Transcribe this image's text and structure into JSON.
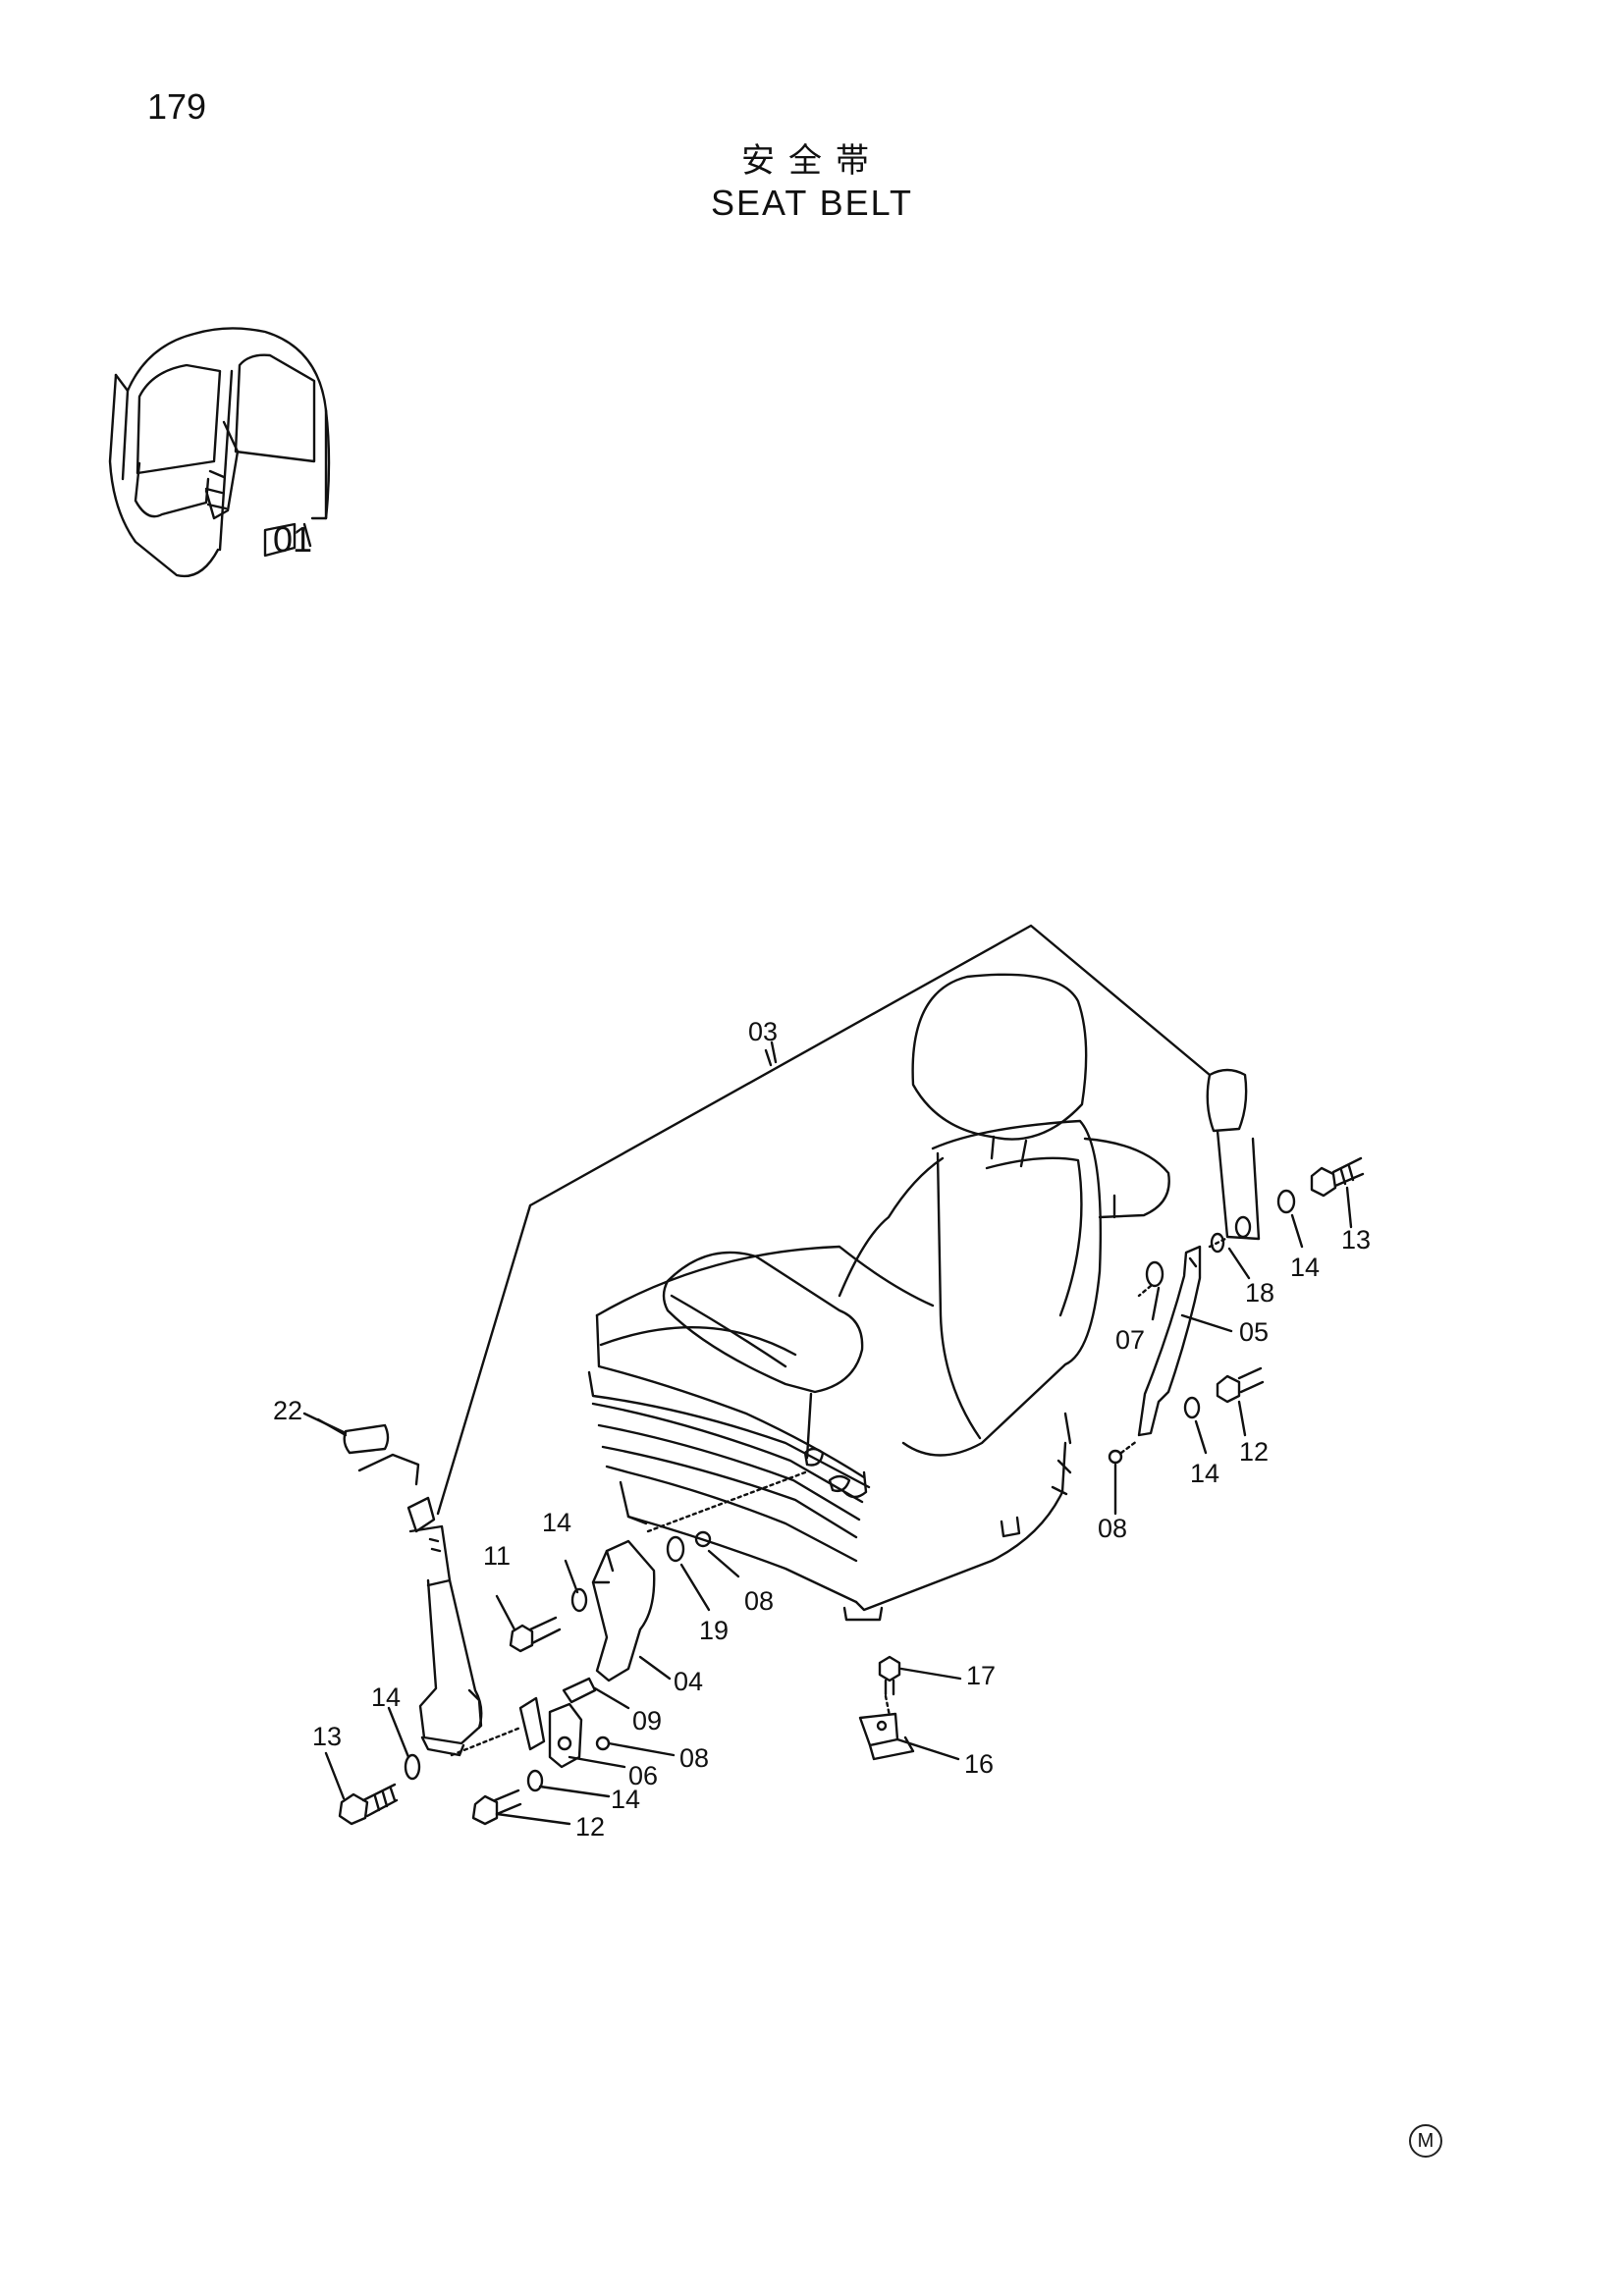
{
  "page_number": "179",
  "title_cn": "安全帯",
  "title_en": "SEAT BELT",
  "cab_label": "01",
  "callouts": {
    "p03": "03",
    "p22": "22",
    "p11": "11",
    "p14a": "14",
    "p14b": "14",
    "p14c": "14",
    "p14d": "14",
    "p14e": "14",
    "p13a": "13",
    "p13b": "13",
    "p19": "19",
    "p08a": "08",
    "p08b": "08",
    "p08c": "08",
    "p04": "04",
    "p09": "09",
    "p06": "06",
    "p12a": "12",
    "p12b": "12",
    "p17": "17",
    "p16": "16",
    "p18": "18",
    "p07": "07",
    "p05": "05"
  },
  "footer_mark": "M"
}
